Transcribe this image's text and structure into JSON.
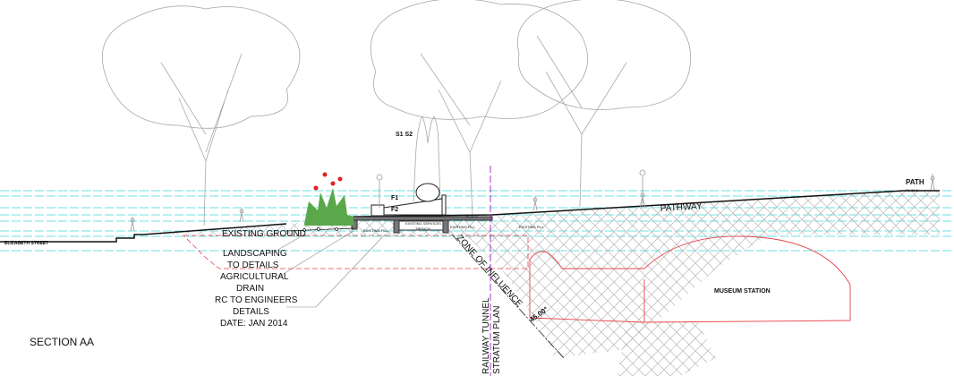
{
  "drawing": {
    "title": "SECTION AA",
    "labels": {
      "elizabeth_street": "ELIZABETH STREET",
      "existing_ground": "EXISTING GROUND",
      "landscaping_1": "LANDSCAPING",
      "landscaping_2": "TO DETAILS",
      "agri_1": "AGRICULTURAL",
      "agri_2": "DRAIN",
      "rc_1": "RC TO ENGINEERS",
      "rc_2": "DETAILS",
      "date": "DATE: JAN 2014",
      "zone": "ZONE OF INFLUENCE",
      "angle": "45.00°",
      "railway_1": "RAILWAY TUNNEL",
      "railway_2": "STRATUM PLAN",
      "museum": "MUSEUM STATION",
      "pathway": "PATHWAY",
      "path": "PATH",
      "path_rl": "RL 31.0",
      "s1s2": "S1  S2",
      "f1": "F1",
      "f2": "F2",
      "rl_platform": "RL 23.0",
      "existing_fill_1": "EXISTING FILL",
      "existing_fill_2": "EXISTING FILL",
      "existing_fill_3": "EXISTING FILL",
      "trench_1": "EXISTING SERVICES",
      "trench_2": "TRENCH"
    },
    "colors": {
      "cyan": "#3fd6d6",
      "red": "#e8434a",
      "purple": "#a020c0",
      "tree": "#9a9a9a",
      "hatch": "#b0b0b0"
    }
  }
}
